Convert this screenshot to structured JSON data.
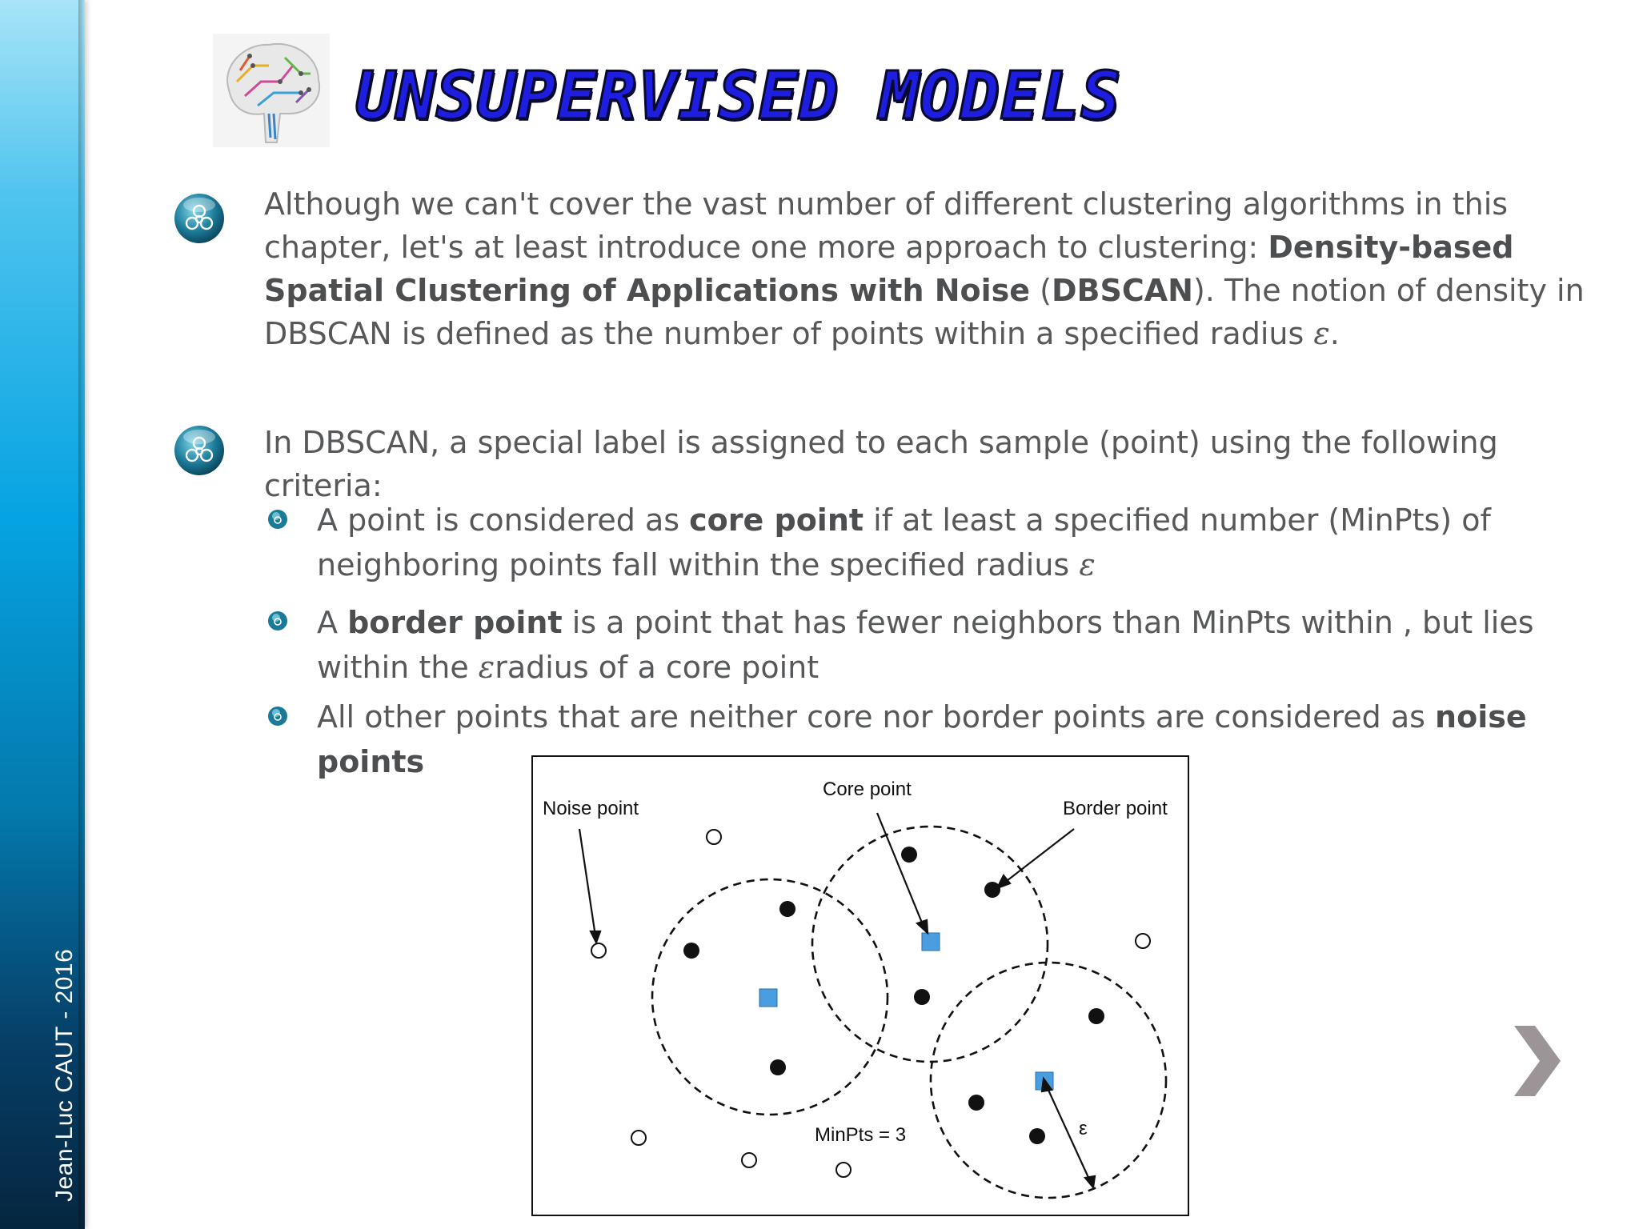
{
  "sidebar": {
    "author": "Jean-Luc CAUT - 2016"
  },
  "header": {
    "title": "UNSUPERVISED MODELS"
  },
  "content": {
    "p1": {
      "text1": "Although we can't cover the vast number of different clustering algorithms in this chapter, let's at least introduce one more approach to clustering: ",
      "bold1": "Density-based Spatial Clustering of Applications with Noise",
      "text2": " (",
      "bold2": "DBSCAN",
      "text3": "). The notion of density in DBSCAN is defined as the number of points within a specified radius ",
      "eps": "ε",
      "text4": "."
    },
    "p2": {
      "text": "In DBSCAN, a special label is assigned to each sample (point) using the following criteria:"
    },
    "criteria": {
      "c1": {
        "pre": "A point is considered as ",
        "bold": "core point",
        "post": " if at least a specified number (MinPts) of neighboring points fall within the specified radius ",
        "eps": "ε"
      },
      "c2": {
        "pre": "A ",
        "bold": "border point",
        "post": " is a point that has fewer neighbors than MinPts within , but lies within the ",
        "eps": "ε",
        "post2": "radius of a core point"
      },
      "c3": {
        "pre": "All other points that are neither core nor border points are considered as ",
        "bold": "noise points"
      }
    }
  },
  "diagram": {
    "noise_label": "Noise point",
    "core_label": "Core point",
    "border_label": "Border point",
    "minpts_label": "MinPts = 3",
    "eps_label": "ε"
  },
  "nav": {
    "next_icon": "chevron-right-icon"
  },
  "colors": {
    "title": "#1e1ee0",
    "core_square": "#4a9ee0",
    "sidebar": "#06a3e2"
  }
}
